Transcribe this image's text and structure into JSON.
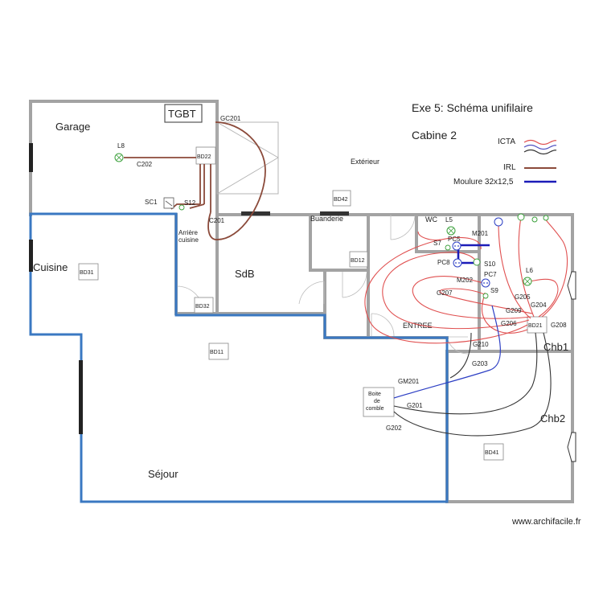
{
  "header": {
    "title": "Exe 5:  Schéma unifilaire",
    "subtitle": "Cabine 2"
  },
  "legend": {
    "items": [
      {
        "label": "ICTA",
        "color": "#e05050"
      },
      {
        "label": "IRL",
        "color": "#8b4a3a"
      },
      {
        "label": "Moulure 32x12,5",
        "color": "#1c1cb8"
      }
    ]
  },
  "rooms": {
    "garage": "Garage",
    "exterieur": "Extérieur",
    "cuisine": "Cuisine",
    "arriere_cuisine_1": "Arrière",
    "arriere_cuisine_2": "cuisine",
    "sdb": "SdB",
    "buanderie": "Buanderie",
    "wc": "WC",
    "entree": "ENTREE",
    "chb1": "Chb1",
    "chb2": "Chb2",
    "sejour": "Séjour"
  },
  "boxes": {
    "tgbt": "TGBT",
    "bd22": "BD22",
    "bd42": "BD42",
    "bd31": "BD31",
    "bd32": "BD32",
    "bd12": "BD12",
    "bd11": "BD11",
    "bd21": "BD21",
    "bd41": "BD41",
    "boite_1": "Boite",
    "boite_2": "de",
    "boite_3": "comble"
  },
  "labels": {
    "gc201": "GC201",
    "l8": "L8",
    "c202": "C202",
    "sc1": "SC1",
    "s12": "S12",
    "c201": "C201",
    "l5": "L5",
    "s7": "S7",
    "pc5": "PC5",
    "m201": "M201",
    "pc8": "PC8",
    "s10": "S10",
    "pc7": "PC7",
    "l6": "L6",
    "m202": "M202",
    "s9": "S9",
    "g207": "G207",
    "g205": "G205",
    "g204": "G204",
    "g209": "G209",
    "g206": "G206",
    "g208": "G208",
    "g210": "G210",
    "g203": "G203",
    "gm201": "GM201",
    "g201": "G201",
    "g202": "G202"
  },
  "footer": {
    "watermark": "www.archifacile.fr"
  }
}
